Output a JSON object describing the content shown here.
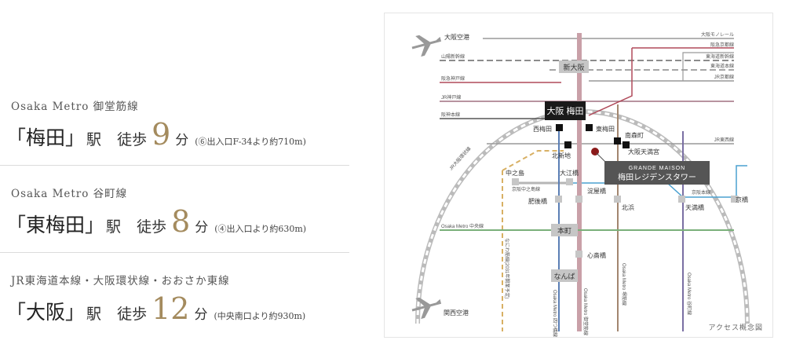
{
  "access": [
    {
      "line": "Osaka Metro 御堂筋線",
      "station": "梅田",
      "eki": "駅",
      "walk_label": "徒歩",
      "minutes": "9",
      "unit": "分",
      "note": "(⑥出入口F-34より約710m)"
    },
    {
      "line": "Osaka Metro 谷町線",
      "station": "東梅田",
      "eki": "駅",
      "walk_label": "徒歩",
      "minutes": "8",
      "unit": "分",
      "note": "(④出入口より約630m)"
    },
    {
      "line": "JR東海道本線・大阪環状線・おおさか東線",
      "station": "大阪",
      "eki": "駅",
      "walk_label": "徒歩",
      "minutes": "12",
      "unit": "分",
      "note": "(中央南口より約930m)"
    }
  ],
  "brackets": {
    "open": "「",
    "close": "」"
  },
  "map": {
    "caption": "アクセス概念図",
    "airports": {
      "itami": "大阪空港",
      "kansai": "関西空港"
    },
    "right_lines": [
      "大阪モノレール",
      "阪急京都線",
      "東海道新幹線",
      "東海道本線",
      "JR京都線",
      "JR東西線"
    ],
    "left_lines": [
      "山陽新幹線",
      "阪急神戸線",
      "JR神戸線",
      "阪神本線",
      "JR大阪環状線"
    ],
    "stations": {
      "shin_osaka": "新大阪",
      "osaka_umeda": "大阪 梅田",
      "nishi_umeda": "西梅田",
      "higashi_umeda": "東梅田",
      "minamimorimachi": "南森町",
      "osaka_tenmangu": "大阪天満宮",
      "kitashinchi": "北新地",
      "nakanoshima": "中之島",
      "oebashi": "大江橋",
      "watanabebashi": "京阪中之島線",
      "higobashi": "肥後橋",
      "yodoyabashi": "淀屋橋",
      "kitahama": "北浜",
      "tenmabashi": "天満橋",
      "kyobashi": "京橋",
      "keihan_main": "京阪本線",
      "honmachi": "本町",
      "shinsaibashi": "心斎橋",
      "namba": "なんば"
    },
    "vertical_lines": {
      "yotsubashi": "Osaka Metro 四つ橋線",
      "midosuji": "Osaka Metro 御堂筋線",
      "sakaisuji": "Osaka Metro 堺筋線",
      "tanimachi": "Osaka Metro 谷町線",
      "naniwasuji": "なにわ筋線(2031年開業予定)",
      "chuo": "Osaka Metro 中央線"
    },
    "property": {
      "en": "GRANDE MAISON",
      "ja": "梅田レジデンスタワー"
    },
    "colors": {
      "midosuji": "#c9a0a8",
      "tanimachi": "#7a6fa3",
      "yotsubashi": "#5b7fb5",
      "sakaisuji": "#a2866f",
      "chuo": "#7ab07a",
      "naniwasuji": "#d8b064",
      "jr_loop": "#cccccc",
      "hankyu": "#b04a5a",
      "keihan": "#4aa0d0"
    }
  }
}
